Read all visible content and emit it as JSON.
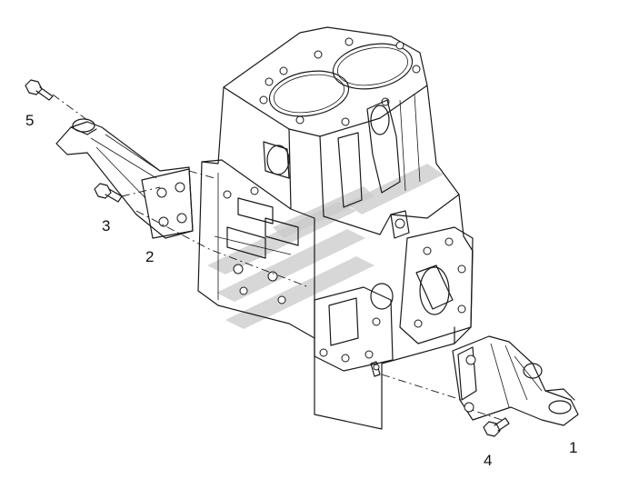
{
  "diagram": {
    "callouts": [
      {
        "id": "1",
        "text": "1"
      },
      {
        "id": "2",
        "text": "2"
      },
      {
        "id": "3",
        "text": "3"
      },
      {
        "id": "4",
        "text": "4"
      },
      {
        "id": "5",
        "text": "5"
      }
    ],
    "colors": {
      "line": "#1a1a1a",
      "watermark": "#c9c9c9",
      "background": "#ffffff"
    },
    "icons": [
      "engine-block",
      "front-support-bracket",
      "rear-support-bracket",
      "bolt",
      "watermark-logo"
    ]
  }
}
